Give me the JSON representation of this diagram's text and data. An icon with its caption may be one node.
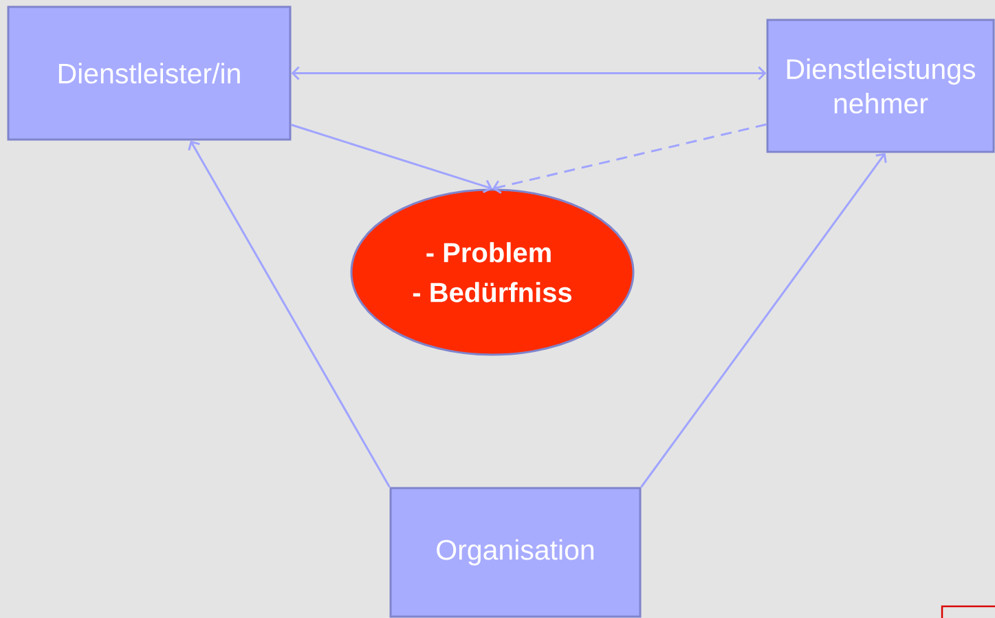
{
  "diagram": {
    "nodes": [
      {
        "text": [
          "Dienstleister/in"
        ]
      },
      {
        "text": [
          "Dienstleistungs nehmer"
        ]
      },
      {
        "text": [
          "- Problem",
          "- Bedürfniss"
        ]
      },
      {
        "text": [
          "Organisation"
        ]
      }
    ],
    "edges": [
      {
        "from": 0,
        "to": 1,
        "arrow": "both"
      },
      {
        "from": 0,
        "to": 2,
        "arrow": "to"
      },
      {
        "from": 1,
        "to": 2,
        "arrow": "to",
        "style": "dashed"
      },
      {
        "from": 3,
        "to": 0,
        "arrow": "to"
      },
      {
        "from": 3,
        "to": 1,
        "arrow": "to"
      }
    ]
  }
}
